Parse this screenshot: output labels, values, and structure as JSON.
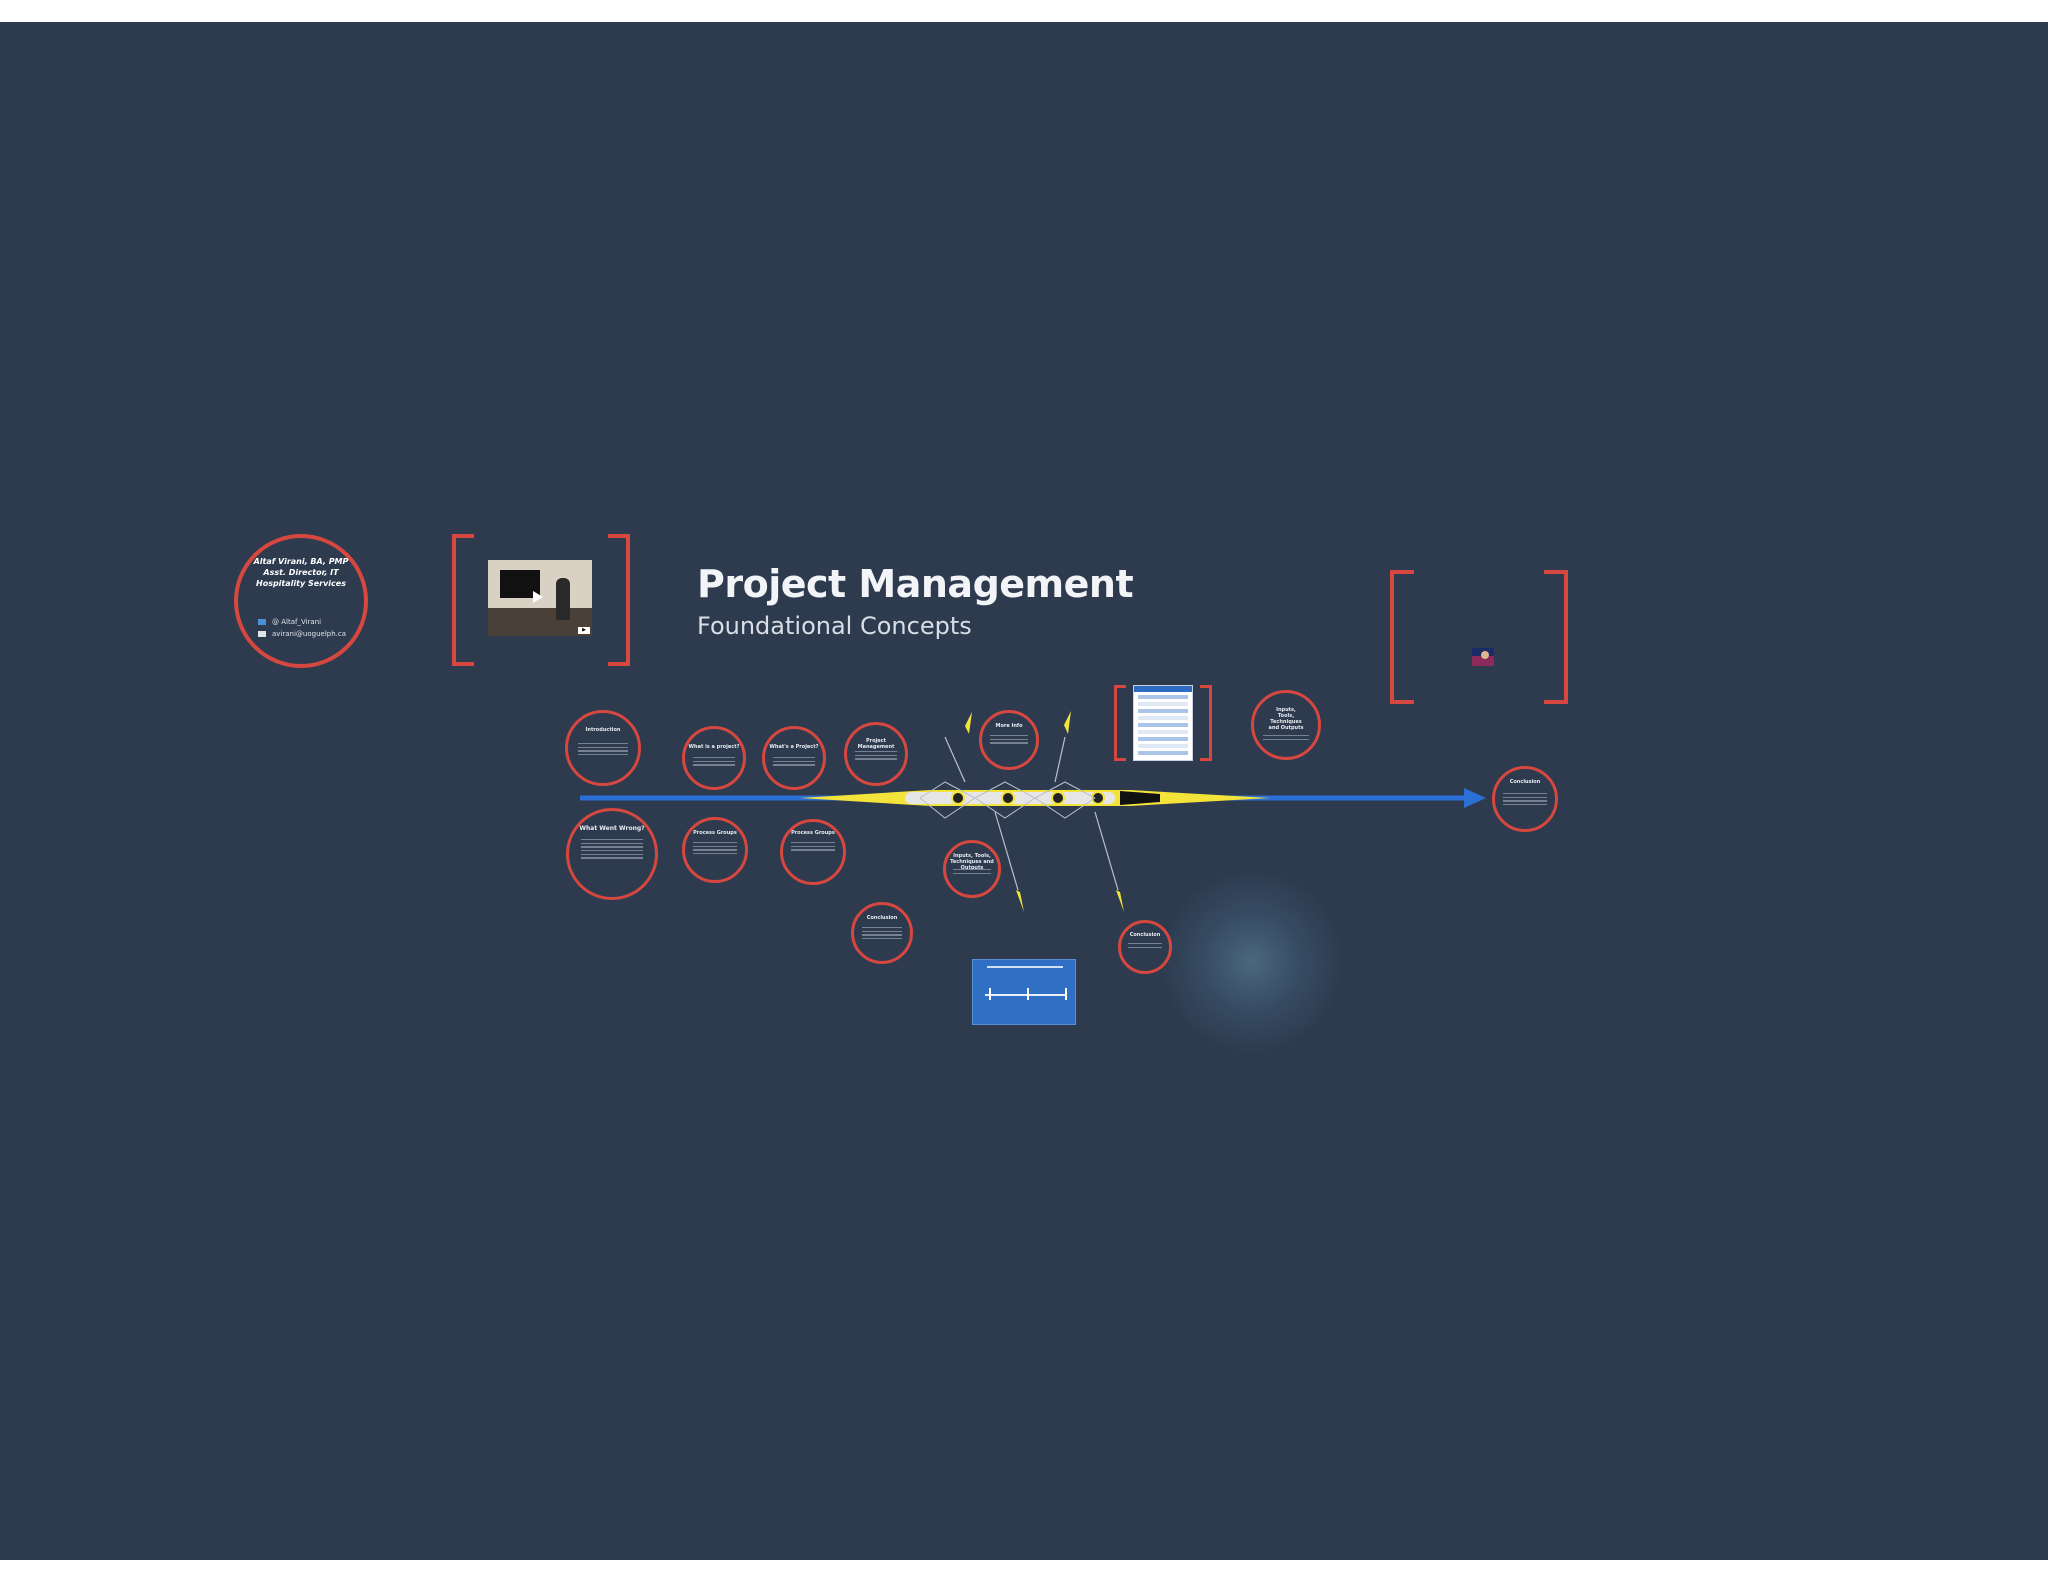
{
  "presentation": {
    "title": "Project Management",
    "subtitle": "Foundational Concepts"
  },
  "author": {
    "name_line1": "Altaf Virani, BA, PMP",
    "name_line2": "Asst. Director, IT",
    "name_line3": "Hospitality Services",
    "twitter": "@ Altaf_Virani",
    "email": "avirani@uoguelph.ca"
  },
  "topics": {
    "introduction": "Introduction",
    "what_is_a_project": "What is a project?",
    "whats_a_project": "What's a Project?",
    "project_management": "Project Management",
    "what_went_wrong": "What Went Wrong?",
    "process_groups": "Process Groups",
    "tools_techniques_outputs": "Inputs, Tools, Techniques and Outputs",
    "more_info": "More Info",
    "conclusion": "Conclusion"
  },
  "colors": {
    "background": "#2e3b4f",
    "accent_red": "#d6483f",
    "timeline_blue": "#2c6fd6",
    "boat_yellow": "#f3e33a"
  },
  "icons": {
    "play": "play-icon",
    "twitter": "twitter-icon",
    "email": "email-icon"
  }
}
